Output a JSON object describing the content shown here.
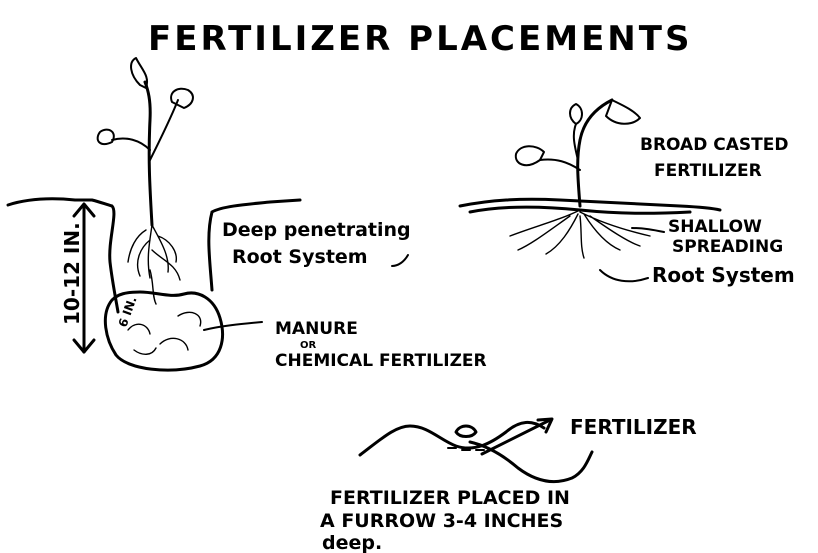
{
  "title": "FERTILIZER PLACEMENTS",
  "deep_section": {
    "depth_label": "10-12 IN.",
    "mark_label": "6 IN.",
    "root_label_line1": "Deep penetrating",
    "root_label_line2": "Root System",
    "fertilizer_label_line1": "MANURE",
    "fertilizer_label_or": "OR",
    "fertilizer_label_line2": "CHEMICAL FERTILIZER"
  },
  "broadcast_section": {
    "label_line1": "BROAD CASTED",
    "label_line2": "FERTILIZER",
    "root_label_line1": "SHALLOW",
    "root_label_line2": "SPREADING",
    "root_label_line3": "Root System"
  },
  "furrow_section": {
    "arrow_label": "FERTILIZER",
    "caption_line1": "FERTILIZER PLACED IN",
    "caption_line2": "A FURROW 3-4 INCHES",
    "caption_line3": "deep."
  },
  "colors": {
    "ink": "#000000",
    "paper": "#ffffff"
  }
}
